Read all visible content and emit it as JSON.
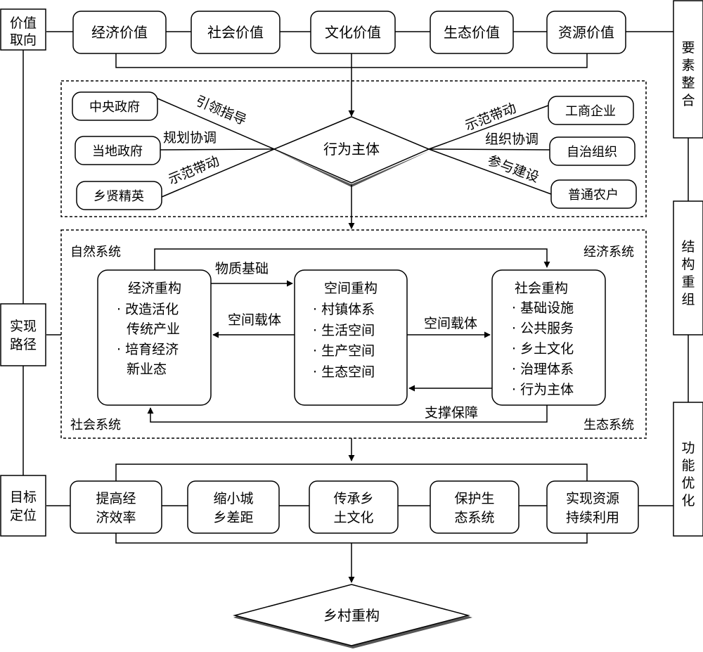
{
  "left_labels": [
    {
      "lines": [
        "价值",
        "取向"
      ]
    },
    {
      "lines": [
        "实现",
        "路径"
      ]
    },
    {
      "lines": [
        "目标",
        "定位"
      ]
    }
  ],
  "right_labels": [
    {
      "lines": [
        "要",
        "素",
        "整",
        "合"
      ]
    },
    {
      "lines": [
        "结",
        "构",
        "重",
        "组"
      ]
    },
    {
      "lines": [
        "功",
        "能",
        "优",
        "化"
      ]
    }
  ],
  "values": [
    "经济价值",
    "社会价值",
    "文化价值",
    "生态价值",
    "资源价值"
  ],
  "actors": {
    "center": "行为主体",
    "left": [
      {
        "box": "中央政府",
        "relation": "引领指导"
      },
      {
        "box": "当地政府",
        "relation": "规划协调"
      },
      {
        "box": "乡贤精英",
        "relation": "示范带动"
      }
    ],
    "right": [
      {
        "box": "工商企业",
        "relation": "示范带动"
      },
      {
        "box": "自治组织",
        "relation": "组织协调"
      },
      {
        "box": "普通农户",
        "relation": "参与建设"
      }
    ]
  },
  "systems": {
    "corners": {
      "top_left": "自然系统",
      "top_right": "经济系统",
      "bottom_left": "社会系统",
      "bottom_right": "生态系统"
    },
    "economic": {
      "title": "经济重构",
      "items": [
        "· 改造活化",
        "传统产业",
        "· 培育经济",
        "新业态"
      ]
    },
    "spatial": {
      "title": "空间重构",
      "items": [
        "· 村镇体系",
        "· 生活空间",
        "· 生产空间",
        "· 生态空间"
      ]
    },
    "social": {
      "title": "社会重构",
      "items": [
        "· 基础设施",
        "· 公共服务",
        "· 乡土文化",
        "· 治理体系",
        "· 行为主体"
      ]
    },
    "arrows": {
      "material": "物质基础",
      "carrier_left": "空间载体",
      "carrier_right": "空间载体",
      "support": "支撑保障"
    }
  },
  "goals": [
    {
      "lines": [
        "提高经",
        "济效率"
      ]
    },
    {
      "lines": [
        "缩小城",
        "乡差距"
      ]
    },
    {
      "lines": [
        "传承乡",
        "土文化"
      ]
    },
    {
      "lines": [
        "保护生",
        "态系统"
      ]
    },
    {
      "lines": [
        "实现资源",
        "持续利用"
      ]
    }
  ],
  "final": "乡村重构"
}
